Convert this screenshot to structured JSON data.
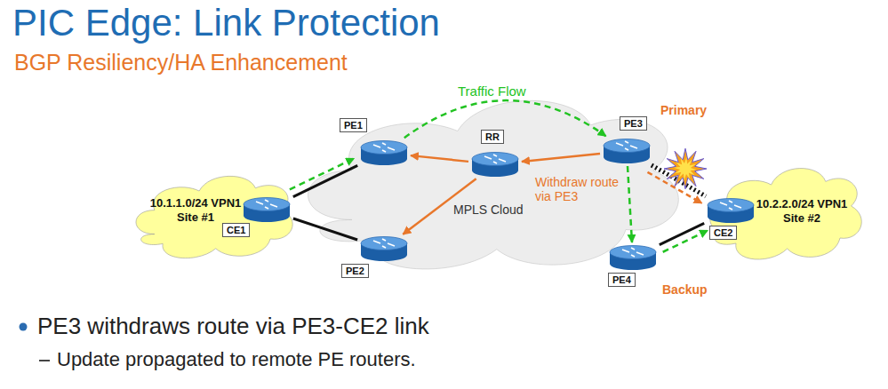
{
  "diagram": {
    "title": "PIC Edge: Link Protection",
    "nodes": [
      {
        "text": [
          "10.1.1.0/24 VPN1 Site #1"
        ]
      },
      {
        "text": [
          "CE1"
        ]
      },
      {
        "text": [
          "PE1"
        ]
      },
      {
        "text": [
          "PE2"
        ]
      },
      {
        "text": [
          "MPLS Cloud"
        ]
      },
      {
        "text": [
          "RR"
        ],
        "in": 4
      },
      {
        "text": [
          "PE3"
        ]
      },
      {
        "text": [
          "PE4"
        ]
      },
      {
        "text": [
          "10.2.2.0/24 VPN1 Site #2"
        ]
      },
      {
        "text": [
          "CE2"
        ]
      }
    ],
    "edges": [
      {
        "from": 1,
        "to": 2,
        "arrow": "none"
      },
      {
        "from": 1,
        "to": 3,
        "arrow": "none"
      },
      {
        "from": 6,
        "to": 9,
        "arrow": "none"
      },
      {
        "from": 7,
        "to": 9,
        "arrow": "none"
      },
      {
        "from": 1,
        "to": 2,
        "arrow": "to"
      },
      {
        "from": 2,
        "to": 6,
        "arrow": "to",
        "label": "Traffic Flow"
      },
      {
        "from": 6,
        "to": 7,
        "arrow": "to"
      },
      {
        "from": 7,
        "to": 9,
        "arrow": "to"
      },
      {
        "from": 6,
        "to": 5,
        "arrow": "to",
        "label": "Withdraw route via PE3"
      },
      {
        "from": 5,
        "to": 2,
        "arrow": "to"
      },
      {
        "from": 5,
        "to": 3,
        "arrow": "to"
      },
      {
        "from": 6,
        "to": 9,
        "arrow": "to"
      }
    ],
    "labels": [
      "BGP Resiliency/HA Enhancement",
      "Primary",
      "Backup",
      "PE3 withdraws route via PE3-CE2 link",
      "Update propagated to remote PE routers."
    ]
  }
}
